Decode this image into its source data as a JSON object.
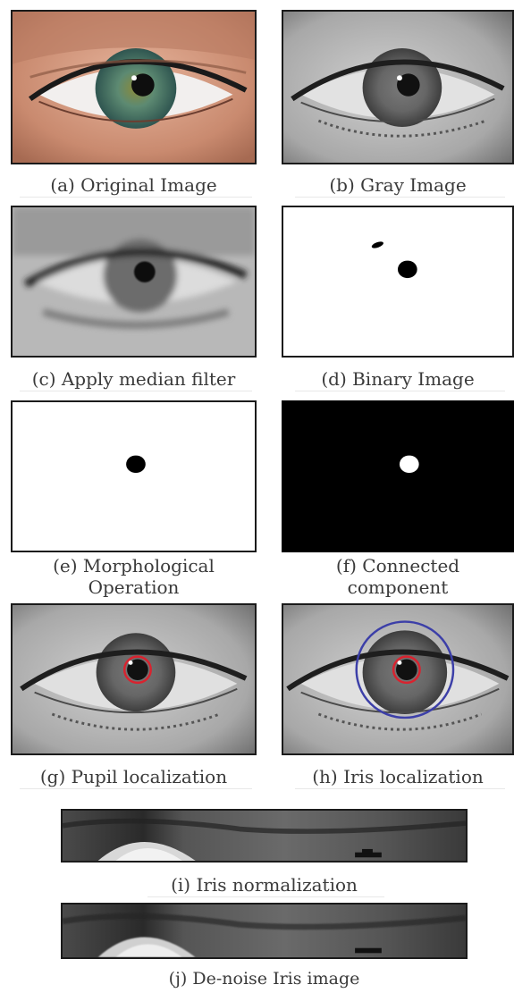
{
  "figure": {
    "panels": [
      {
        "id": "a",
        "caption": "(a) Original Image"
      },
      {
        "id": "b",
        "caption": "(b) Gray Image"
      },
      {
        "id": "c",
        "caption": "(c) Apply median filter"
      },
      {
        "id": "d",
        "caption": "(d) Binary Image"
      },
      {
        "id": "e",
        "caption_line1": "(e) Morphological",
        "caption_line2": "Operation"
      },
      {
        "id": "f",
        "caption_line1": "(f) Connected",
        "caption_line2": "component"
      },
      {
        "id": "g",
        "caption": "(g) Pupil localization"
      },
      {
        "id": "h",
        "caption": "(h) Iris localization"
      },
      {
        "id": "i",
        "caption": "(i) Iris normalization"
      },
      {
        "id": "j",
        "caption": "(j) De-noise Iris image"
      }
    ]
  },
  "colors": {
    "pupil_circle": "#d8232f",
    "iris_circle": "#3c3fa8",
    "frame": "#1b1b1b"
  }
}
